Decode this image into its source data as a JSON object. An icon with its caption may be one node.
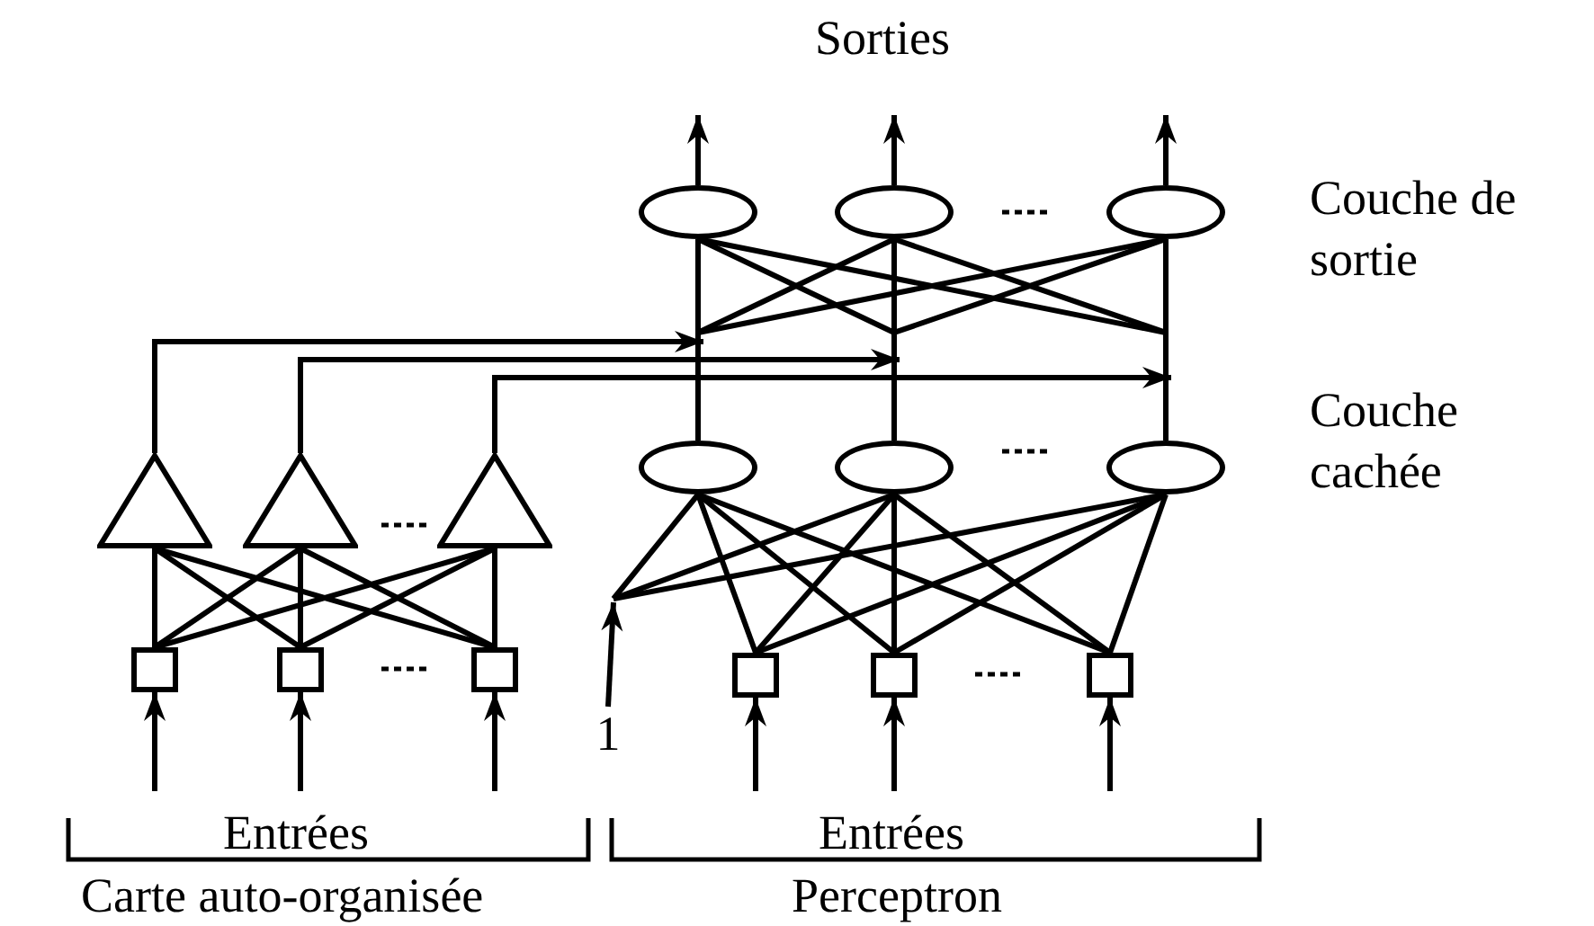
{
  "diagram": {
    "nodes": [
      {
        "text": [],
        "shape": "ellipse"
      },
      {
        "text": [],
        "shape": "ellipse"
      },
      {
        "text": [],
        "shape": "ellipse"
      },
      {
        "text": [],
        "shape": "ellipse"
      },
      {
        "text": [],
        "shape": "ellipse"
      },
      {
        "text": [],
        "shape": "ellipse"
      },
      {
        "text": [],
        "shape": "triangle"
      },
      {
        "text": [],
        "shape": "triangle"
      },
      {
        "text": [],
        "shape": "triangle"
      },
      {
        "text": [],
        "shape": "box"
      },
      {
        "text": [],
        "shape": "box"
      },
      {
        "text": [],
        "shape": "box"
      },
      {
        "text": [
          "1"
        ]
      },
      {
        "text": [],
        "shape": "box"
      },
      {
        "text": [],
        "shape": "box"
      },
      {
        "text": [],
        "shape": "box"
      }
    ],
    "edges": [
      {
        "from": 0,
        "to": null,
        "arrow": "to"
      },
      {
        "from": 1,
        "to": null,
        "arrow": "to"
      },
      {
        "from": 2,
        "to": null,
        "arrow": "to"
      },
      {
        "from": 3,
        "to": 0,
        "arrow": "none"
      },
      {
        "from": 3,
        "to": 1,
        "arrow": "none"
      },
      {
        "from": 3,
        "to": 2,
        "arrow": "none"
      },
      {
        "from": 4,
        "to": 0,
        "arrow": "none"
      },
      {
        "from": 4,
        "to": 1,
        "arrow": "none"
      },
      {
        "from": 4,
        "to": 2,
        "arrow": "none"
      },
      {
        "from": 5,
        "to": 0,
        "arrow": "none"
      },
      {
        "from": 5,
        "to": 1,
        "arrow": "none"
      },
      {
        "from": 5,
        "to": 2,
        "arrow": "none"
      },
      {
        "from": 6,
        "to": null,
        "arrow": "to"
      },
      {
        "from": 7,
        "to": null,
        "arrow": "to"
      },
      {
        "from": 8,
        "to": null,
        "arrow": "to"
      },
      {
        "from": 9,
        "to": 6,
        "arrow": "none"
      },
      {
        "from": 9,
        "to": 7,
        "arrow": "none"
      },
      {
        "from": 9,
        "to": 8,
        "arrow": "none"
      },
      {
        "from": 10,
        "to": 6,
        "arrow": "none"
      },
      {
        "from": 10,
        "to": 7,
        "arrow": "none"
      },
      {
        "from": 10,
        "to": 8,
        "arrow": "none"
      },
      {
        "from": 11,
        "to": 6,
        "arrow": "none"
      },
      {
        "from": 11,
        "to": 7,
        "arrow": "none"
      },
      {
        "from": 11,
        "to": 8,
        "arrow": "none"
      },
      {
        "from": 12,
        "to": null,
        "arrow": "to"
      },
      {
        "from": null,
        "to": 3,
        "arrow": "none"
      },
      {
        "from": null,
        "to": 4,
        "arrow": "none"
      },
      {
        "from": null,
        "to": 5,
        "arrow": "none"
      },
      {
        "from": 13,
        "to": 3,
        "arrow": "none"
      },
      {
        "from": 13,
        "to": 4,
        "arrow": "none"
      },
      {
        "from": 13,
        "to": 5,
        "arrow": "none"
      },
      {
        "from": 14,
        "to": 3,
        "arrow": "none"
      },
      {
        "from": 14,
        "to": 4,
        "arrow": "none"
      },
      {
        "from": 14,
        "to": 5,
        "arrow": "none"
      },
      {
        "from": 15,
        "to": 3,
        "arrow": "none"
      },
      {
        "from": 15,
        "to": 4,
        "arrow": "none"
      },
      {
        "from": 15,
        "to": 5,
        "arrow": "none"
      },
      {
        "from": null,
        "to": 9,
        "arrow": "to"
      },
      {
        "from": null,
        "to": 10,
        "arrow": "to"
      },
      {
        "from": null,
        "to": 11,
        "arrow": "to"
      },
      {
        "from": null,
        "to": 13,
        "arrow": "to"
      },
      {
        "from": null,
        "to": 14,
        "arrow": "to"
      },
      {
        "from": null,
        "to": 15,
        "arrow": "to"
      }
    ],
    "labels": [
      "Sorties",
      "Couche de sortie",
      "Couche cachée",
      "Entrées",
      "Entrées",
      "Carte auto-organisée",
      "Perceptron"
    ]
  }
}
